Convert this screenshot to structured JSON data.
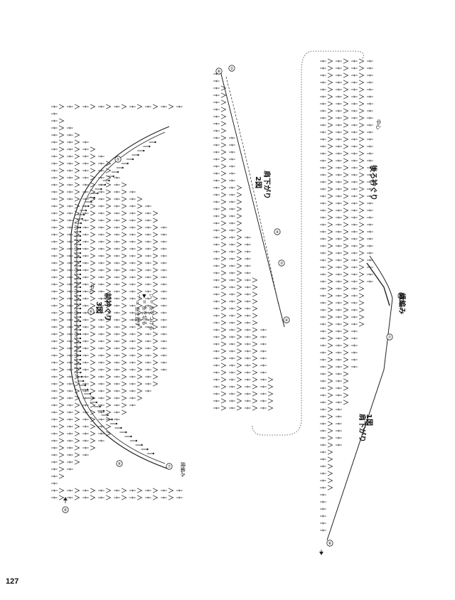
{
  "page_number": "127",
  "diagrams": {
    "d1": {
      "fig": "1図",
      "caption": "肩下がり",
      "back": "後ろ衿ぐり",
      "center": "中心",
      "edge": "縁編み"
    },
    "d2": {
      "fig": "2図",
      "caption": "肩下がり"
    },
    "d3": {
      "fig": "3図",
      "caption": "前衿ぐり",
      "center": "中心",
      "edge": "縁編み"
    }
  },
  "legend": {
    "items": [
      "= 糸をつける",
      "= 糸を切る",
      "= 糸を渡す"
    ]
  },
  "markers": [
    "①",
    "②",
    "③",
    "④",
    "⑤",
    "⑥",
    "⑦"
  ],
  "arrow_labels": [
    "⑥",
    "⑤",
    "⑦",
    "⑥",
    "②",
    "④",
    "③",
    "⑥",
    "④",
    "⑦",
    "⑥"
  ]
}
